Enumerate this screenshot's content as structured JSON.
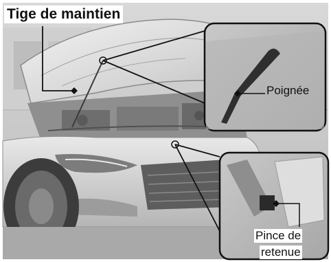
{
  "labels": {
    "support_rod": "Tige de maintien",
    "handle": "Poignée",
    "clip_line1": "Pince de",
    "clip_line2": "retenue"
  }
}
